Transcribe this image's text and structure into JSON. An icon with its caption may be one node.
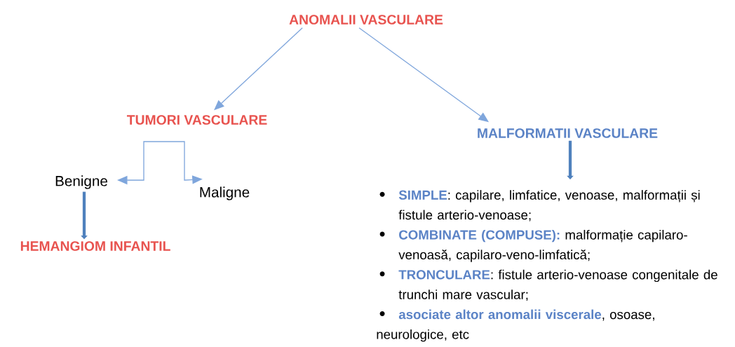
{
  "diagram": {
    "nodes": [
      {
        "text": [
          "ANOMALII VASCULARE"
        ]
      },
      {
        "text": [
          "TUMORI VASCULARE"
        ]
      },
      {
        "text": [
          "MALFORMATII VASCULARE"
        ]
      },
      {
        "text": [
          "Benigne"
        ]
      },
      {
        "text": [
          "Maligne"
        ]
      },
      {
        "text": [
          "HEMANGIOM INFANTIL"
        ]
      },
      {
        "text": [
          "SIMPLE",
          ": capilare, limfatice, venoase, malformații și fistule arterio-venoase;",
          "COMBINATE (COMPUSE):",
          "malformație capilaro-venoasă, capilaro-veno-limfatică;",
          "TRONCULARE",
          ": fistule arterio-venoase congenitale de trunchi mare vascular;",
          "asociate altor anomalii viscerale",
          ", osoase, neurologice, etc"
        ]
      }
    ],
    "edges": [
      {
        "from": 0,
        "to": 1,
        "arrow": "to"
      },
      {
        "from": 0,
        "to": 2,
        "arrow": "to"
      },
      {
        "from": 3,
        "to": 4,
        "arrow": "both"
      },
      {
        "from": 3,
        "to": 5,
        "arrow": "to",
        "style": "thick",
        "color": "#4f81bd"
      },
      {
        "from": 2,
        "to": 6,
        "arrow": "to",
        "style": "thick",
        "color": "#4f81bd"
      }
    ]
  }
}
